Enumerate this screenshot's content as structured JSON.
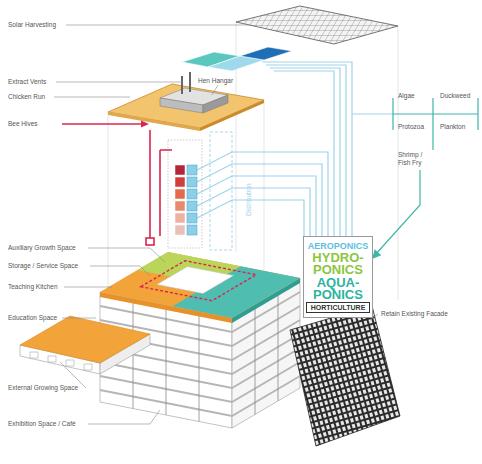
{
  "diagram": {
    "nodes": [
      {
        "text": [
          "AEROPONICS",
          "HYDRO- PONICS",
          "AQUA- PONICS",
          "HORTICULTURE"
        ]
      }
    ],
    "labels": [
      "Solar Harvesting",
      "Extract Vents",
      "Chicken Run",
      "Hen Hangar",
      "Bee Hives",
      "Algae",
      "Duckweed",
      "Protozoa",
      "Plankton",
      "Shrimp / Fish Fry",
      "Distribution",
      "Auxiliary Growth Space",
      "Storage / Service Space",
      "Teaching Kitchen",
      "Retain Existing Facade",
      "Education Space",
      "External Growing Space",
      "Exhibition Space / Café"
    ]
  }
}
